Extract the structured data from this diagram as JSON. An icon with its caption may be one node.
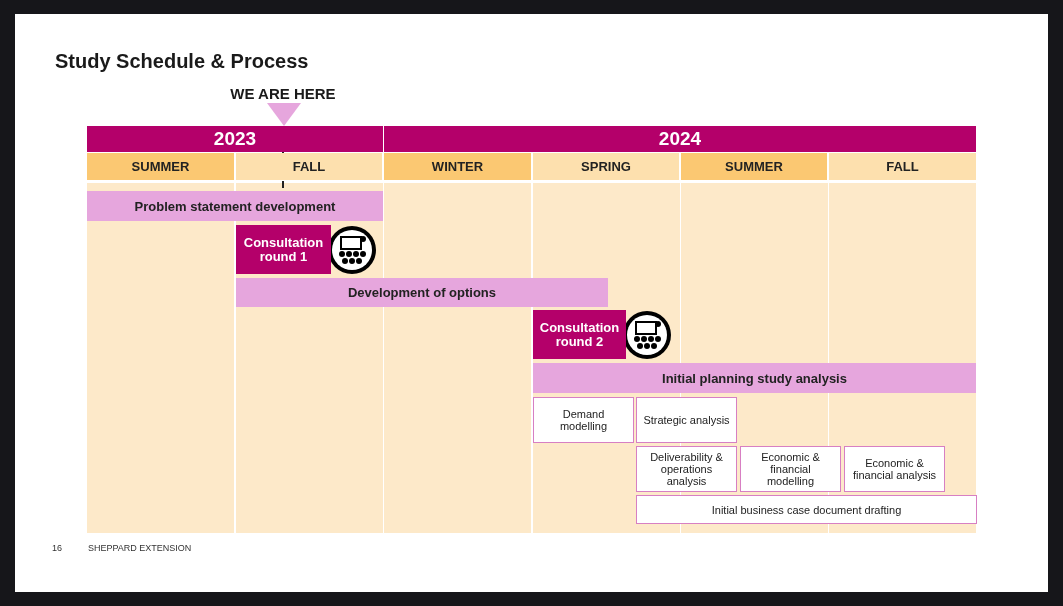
{
  "diagram": {
    "title": "Study Schedule & Process",
    "nodes": [
      {
        "text": [
          "2023"
        ]
      },
      {
        "text": [
          "2024"
        ]
      },
      {
        "text": [
          "SUMMER"
        ]
      },
      {
        "text": [
          "FALL"
        ]
      },
      {
        "text": [
          "WINTER"
        ]
      },
      {
        "text": [
          "SPRING"
        ]
      },
      {
        "text": [
          "SUMMER"
        ]
      },
      {
        "text": [
          "FALL"
        ]
      },
      {
        "text": [
          "Problem statement development"
        ]
      },
      {
        "text": [
          "Consultation round 1"
        ]
      },
      {
        "text": [
          "Development of options"
        ]
      },
      {
        "text": [
          "Consultation round 2"
        ]
      },
      {
        "text": [
          "Initial planning study analysis"
        ]
      },
      {
        "text": [
          "Demand modelling"
        ]
      },
      {
        "text": [
          "Strategic analysis"
        ]
      },
      {
        "text": [
          "Deliverability & operations analysis"
        ]
      },
      {
        "text": [
          "Economic & financial modelling"
        ]
      },
      {
        "text": [
          "Economic & financial analysis"
        ]
      },
      {
        "text": [
          "Initial business case document drafting"
        ]
      }
    ],
    "labels": [
      "WE ARE HERE",
      "16",
      "SHEPPARD EXTENSION"
    ]
  }
}
